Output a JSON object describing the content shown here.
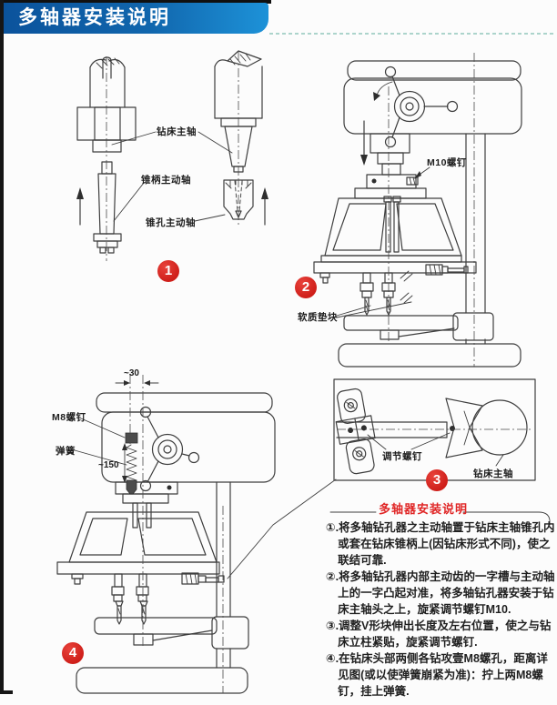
{
  "page": {
    "title": "多轴器安装说明"
  },
  "colors": {
    "banner_blue_start": "#0b539c",
    "banner_blue_end": "#1d92d8",
    "accent_red": "#d6241f",
    "instruction_title_red": "#e02626",
    "drawing_line": "#3e3e3e",
    "dashed_teal": "#7cbbb0"
  },
  "figures": {
    "fig1": {
      "number": "1",
      "labels": {
        "drill_spindle": "钻床主轴",
        "taper_shank_drive_shaft": "锥柄主动轴",
        "taper_bore_drive_shaft": "锥孔主动轴"
      }
    },
    "fig2": {
      "number": "2",
      "labels": {
        "m10_screw": "M10螺钉",
        "soft_pad": "软质垫块"
      }
    },
    "fig3": {
      "number": "3",
      "labels": {
        "adjusting_screw": "调节螺钉",
        "drill_spindle": "钻床主轴"
      }
    },
    "fig4": {
      "number": "4",
      "labels": {
        "m8_screw": "M8螺钉",
        "spring": "弹簧",
        "dim_width": "~30",
        "dim_height": "~150"
      }
    }
  },
  "instructions": {
    "title": "多轴器安装说明",
    "items": [
      "①.将多轴钻孔器之主动轴置于钻床主轴锥孔内或套在钻床锥柄上(因钻床形式不同)，使之联结可靠.",
      "②.将多轴钻孔器内部主动齿的一字槽与主动轴上的一字凸起对准，将多轴钻孔器安装于钻床主轴头之上，旋紧调节螺钉M10.",
      "③.调整V形块伸出长度及左右位置，使之与钻床立柱紧贴，旋紧调节螺钉.",
      "④.在钻床头部两侧各钻攻壹M8螺孔，距离详见图(或以使弹簧崩紧为准)：拧上两M8螺钉，挂上弹簧."
    ]
  }
}
